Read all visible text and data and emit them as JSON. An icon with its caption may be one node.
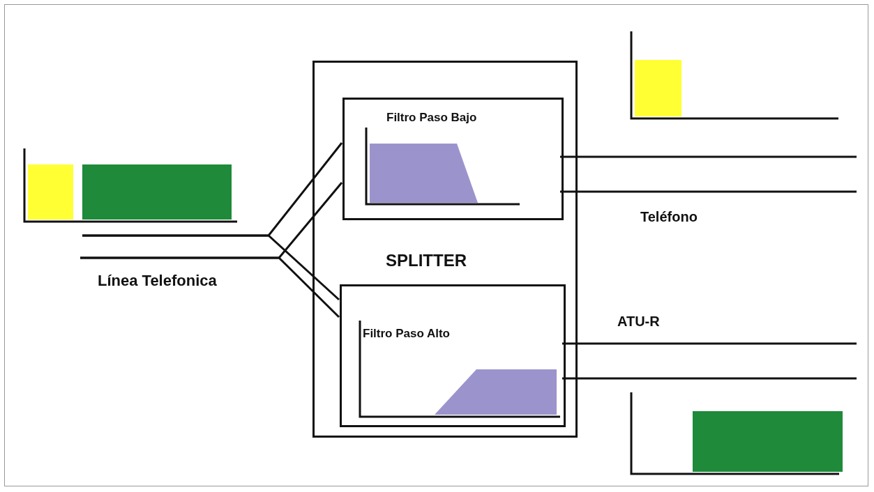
{
  "diagram": {
    "nodes": [
      {
        "text": [
          "SPLITTER"
        ]
      },
      {
        "text": [
          "Filtro Paso Bajo"
        ],
        "in": 0
      },
      {
        "text": [
          "Filtro Paso Alto"
        ],
        "in": 0
      }
    ],
    "edges": [
      {
        "from": null,
        "to": 1,
        "arrow": "none"
      },
      {
        "from": null,
        "to": 1,
        "arrow": "none"
      },
      {
        "from": null,
        "to": 2,
        "arrow": "none"
      },
      {
        "from": null,
        "to": 2,
        "arrow": "none"
      },
      {
        "from": 1,
        "to": null,
        "arrow": "none"
      },
      {
        "from": 1,
        "to": null,
        "arrow": "none"
      },
      {
        "from": 2,
        "to": null,
        "arrow": "none"
      },
      {
        "from": 2,
        "to": null,
        "arrow": "none"
      }
    ],
    "labels": [
      "Teléfono",
      "Línea Telefonica",
      "ATU-R"
    ]
  }
}
